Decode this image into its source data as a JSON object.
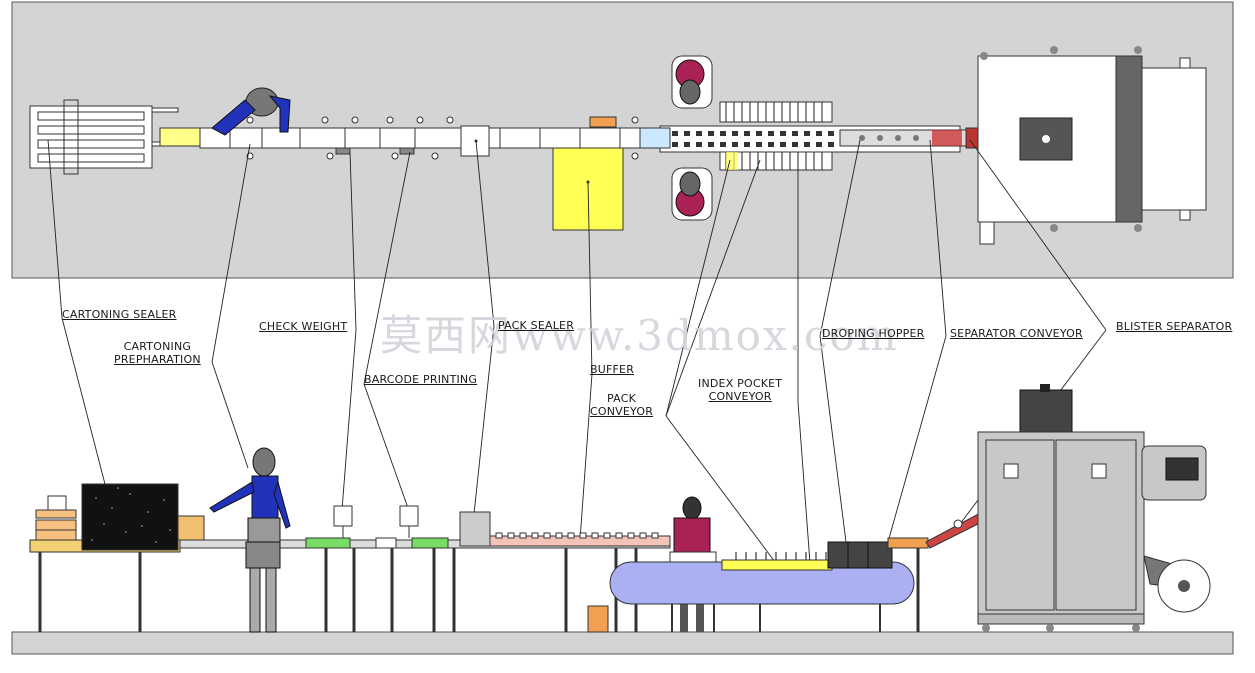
{
  "watermark": "莫西网www.3dmox.com",
  "labels": {
    "cartoning_sealer": "CARTONING SEALER",
    "cartoning_prepharation_1": "CARTONING",
    "cartoning_prepharation_2": "PREPHARATION",
    "check_weight": "CHECK WEIGHT",
    "pack_sealer": "PACK SEALER",
    "barcode_printing": "BARCODE PRINTING",
    "buffer": "BUFFER",
    "pack_conveyor_1": "PACK",
    "pack_conveyor_2": "CONVEYOR",
    "index_pocket_conveyor_1": "INDEX POCKET",
    "index_pocket_conveyor_2": "CONVEYOR",
    "droping_hopper": "DROPING HOPPER",
    "separator_conveyor": "SEPARATOR CONVEYOR",
    "blister_separator": "BLISTER SEPARATOR"
  },
  "colors": {
    "plan_background": "#d4d4d4",
    "floor": "#d4d4d4",
    "buffer_yellow": "#ffff55",
    "conveyor_blue": "#aab0f2",
    "conveyor_green": "#77dd66",
    "orange": "#f0a050",
    "worker_blue": "#2233bb",
    "worker_red": "#aa2255",
    "machine_gray": "#c8c8c8",
    "dark": "#333333"
  }
}
